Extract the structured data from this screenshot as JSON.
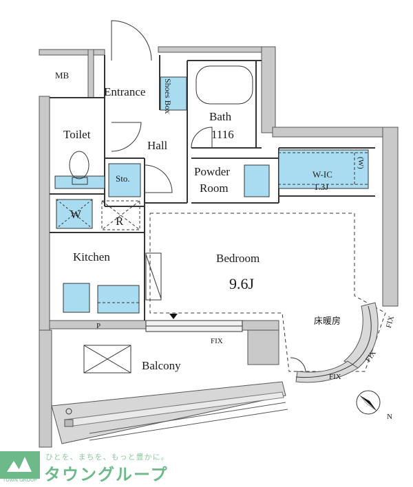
{
  "floorplan": {
    "rooms": {
      "mb": "MB",
      "entrance": "Entrance",
      "shoes_box": "Shoes Box",
      "bath": "Bath",
      "bath_size": "1116",
      "toilet": "Toilet",
      "hall": "Hall",
      "storage": "Sto.",
      "powder_room_line1": "Powder",
      "powder_room_line2": "Room",
      "wic": "W-IC",
      "wic_size": "1.3J",
      "wic_w": "(W)",
      "washer": "W",
      "refrigerator": "R",
      "kitchen": "Kitchen",
      "bedroom": "Bedroom",
      "bedroom_size": "9.6J",
      "floor_heating": "床暖房",
      "pipe_space": "P",
      "fix_1": "FIX",
      "fix_2": "FIX",
      "fix_3": "FIX",
      "fix_4": "FIX",
      "balcony": "Balcony"
    },
    "compass": {
      "north": "N",
      "icon": "north-arrow-icon"
    },
    "colors": {
      "wall": "#c9c9c9",
      "wet_area": "#a9dcf0",
      "line": "#333333"
    }
  },
  "branding": {
    "tagline": "ひとを、まちを、もっと豊かに。",
    "company_name": "タウングループ",
    "logo_text": "TOWN GROUP",
    "accent_color": "#6db98a"
  }
}
